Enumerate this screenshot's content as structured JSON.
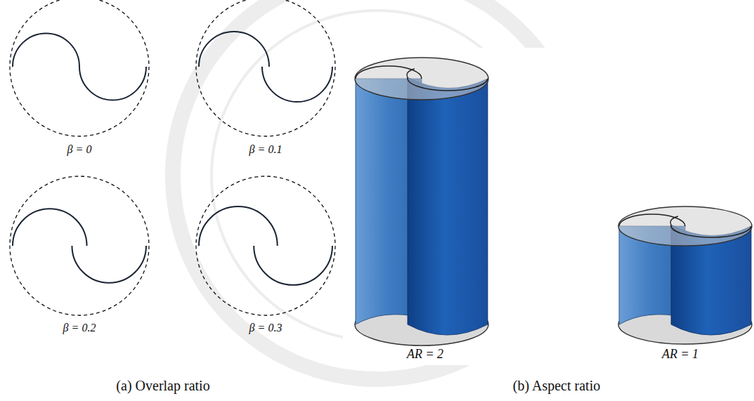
{
  "diagram": {
    "labels": [
      "β = 0",
      "β = 0.1",
      "β = 0.2",
      "β = 0.3",
      "AR = 2",
      "AR = 1",
      "(a) Overlap ratio",
      "(b) Aspect ratio"
    ]
  }
}
